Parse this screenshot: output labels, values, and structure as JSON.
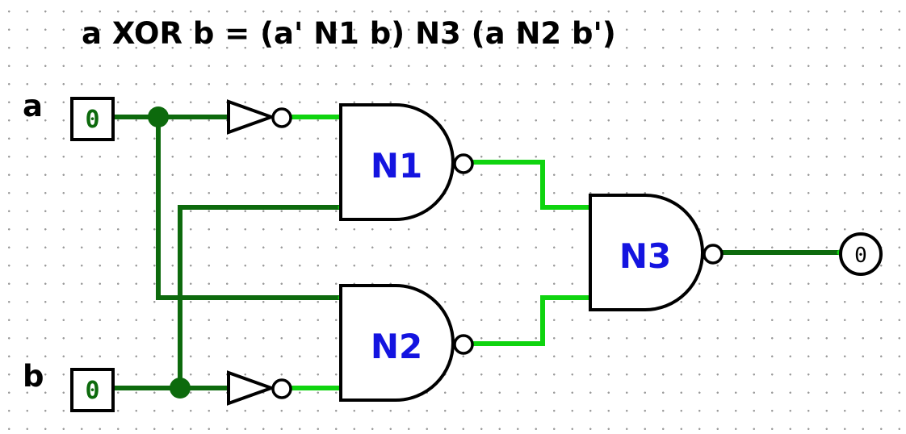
{
  "title": "a XOR b = (a' N1 b) N3 (a N2 b')",
  "inputs": {
    "a": {
      "label": "a",
      "value": "0"
    },
    "b": {
      "label": "b",
      "value": "0"
    }
  },
  "gates": {
    "n1": {
      "label": "N1"
    },
    "n2": {
      "label": "N2"
    },
    "n3": {
      "label": "N3"
    }
  },
  "output": {
    "value": "0"
  },
  "colors": {
    "wire_low": "#0d6a0d",
    "wire_high": "#0fd40f",
    "gate_label": "#1414e0",
    "pin_value": "#0d6a0d",
    "outline": "#000000"
  }
}
